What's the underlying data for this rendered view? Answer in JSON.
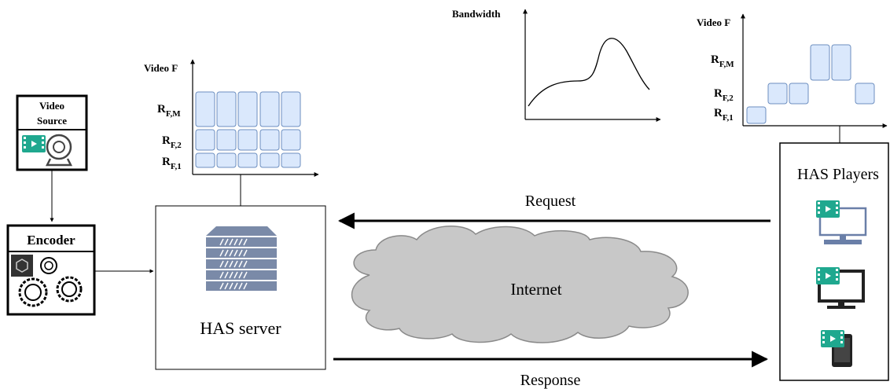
{
  "source": {
    "line1": "Video",
    "line2": "Source"
  },
  "encoder": {
    "label": "Encoder"
  },
  "server": {
    "label": "HAS server"
  },
  "players": {
    "label": "HAS Players"
  },
  "internet": {
    "label": "Internet"
  },
  "request": {
    "label": "Request"
  },
  "response": {
    "label": "Response"
  },
  "bandwidth_plot": {
    "ylabel": "Bandwidth"
  },
  "server_grid": {
    "ylabel": "Video F",
    "levels": [
      {
        "base": "R",
        "sub": "F,M"
      },
      {
        "base": "R",
        "sub": "F,2"
      },
      {
        "base": "R",
        "sub": "F,1"
      }
    ]
  },
  "player_plot": {
    "ylabel": "Video F",
    "levels": [
      {
        "base": "R",
        "sub": "F,M"
      },
      {
        "base": "R",
        "sub": "F,2"
      },
      {
        "base": "R",
        "sub": "F,1"
      }
    ]
  },
  "colors": {
    "segment_fill": "#dae8fc",
    "segment_stroke": "#6c8ebf",
    "cloud_fill": "#c8c8c8",
    "icon_teal": "#1fa88f",
    "server_fill": "#7a8aa8"
  }
}
